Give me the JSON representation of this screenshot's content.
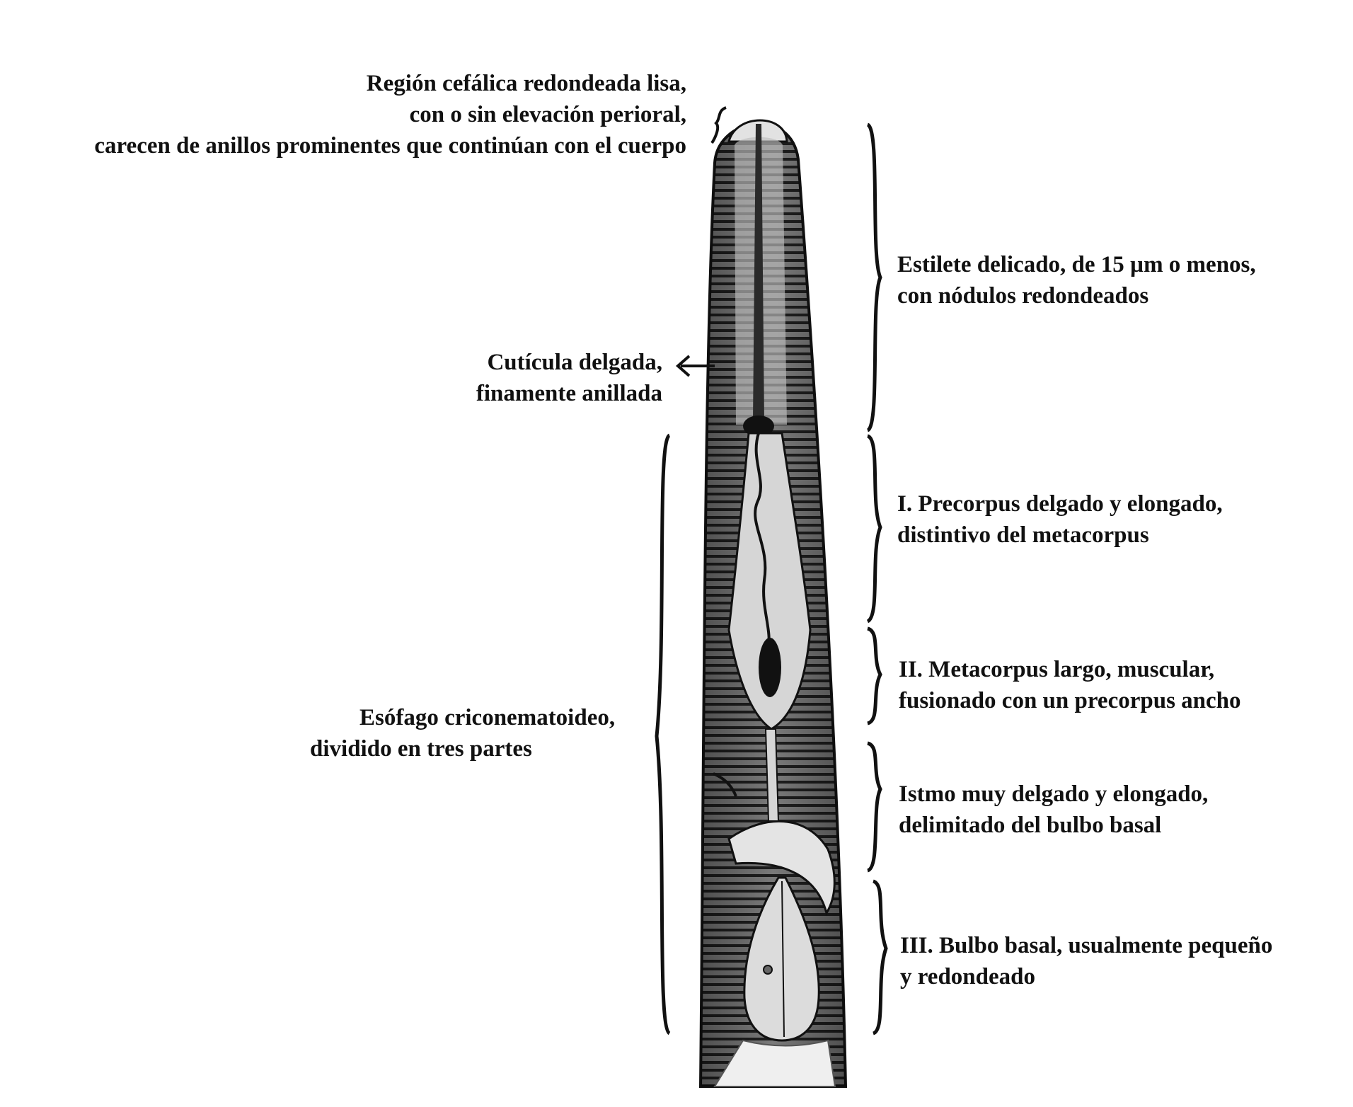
{
  "labels": {
    "cephalic": {
      "lines": [
        "Región cefálica redondeada lisa,",
        "con o sin elevación perioral,",
        "carecen de anillos prominentes que continúan con el cuerpo"
      ]
    },
    "stylet": {
      "lines": [
        "Estilete delicado, de 15 µm o menos,",
        "con nódulos redondeados"
      ]
    },
    "cuticle": {
      "lines": [
        "Cutícula delgada,",
        "finamente anillada"
      ]
    },
    "precorpus": {
      "lines": [
        "I. Precorpus delgado y elongado,",
        "distintivo del metacorpus"
      ]
    },
    "metacorpus": {
      "lines": [
        "II. Metacorpus largo, muscular,",
        "fusionado con un precorpus ancho"
      ]
    },
    "esophagus": {
      "lines": [
        "Esófago criconematoideo,",
        "dividido en tres partes"
      ]
    },
    "isthmus": {
      "lines": [
        "Istmo muy delgado y elongado,",
        "delimitado del bulbo basal"
      ]
    },
    "basal_bulb": {
      "lines": [
        "III. Bulbo basal, usualmente pequeño",
        "y redondeado"
      ]
    }
  },
  "colors": {
    "ink": "#111111",
    "body_fill": "#6e6e6e",
    "organ_fill": "#d9d9d9",
    "background": "#ffffff"
  }
}
